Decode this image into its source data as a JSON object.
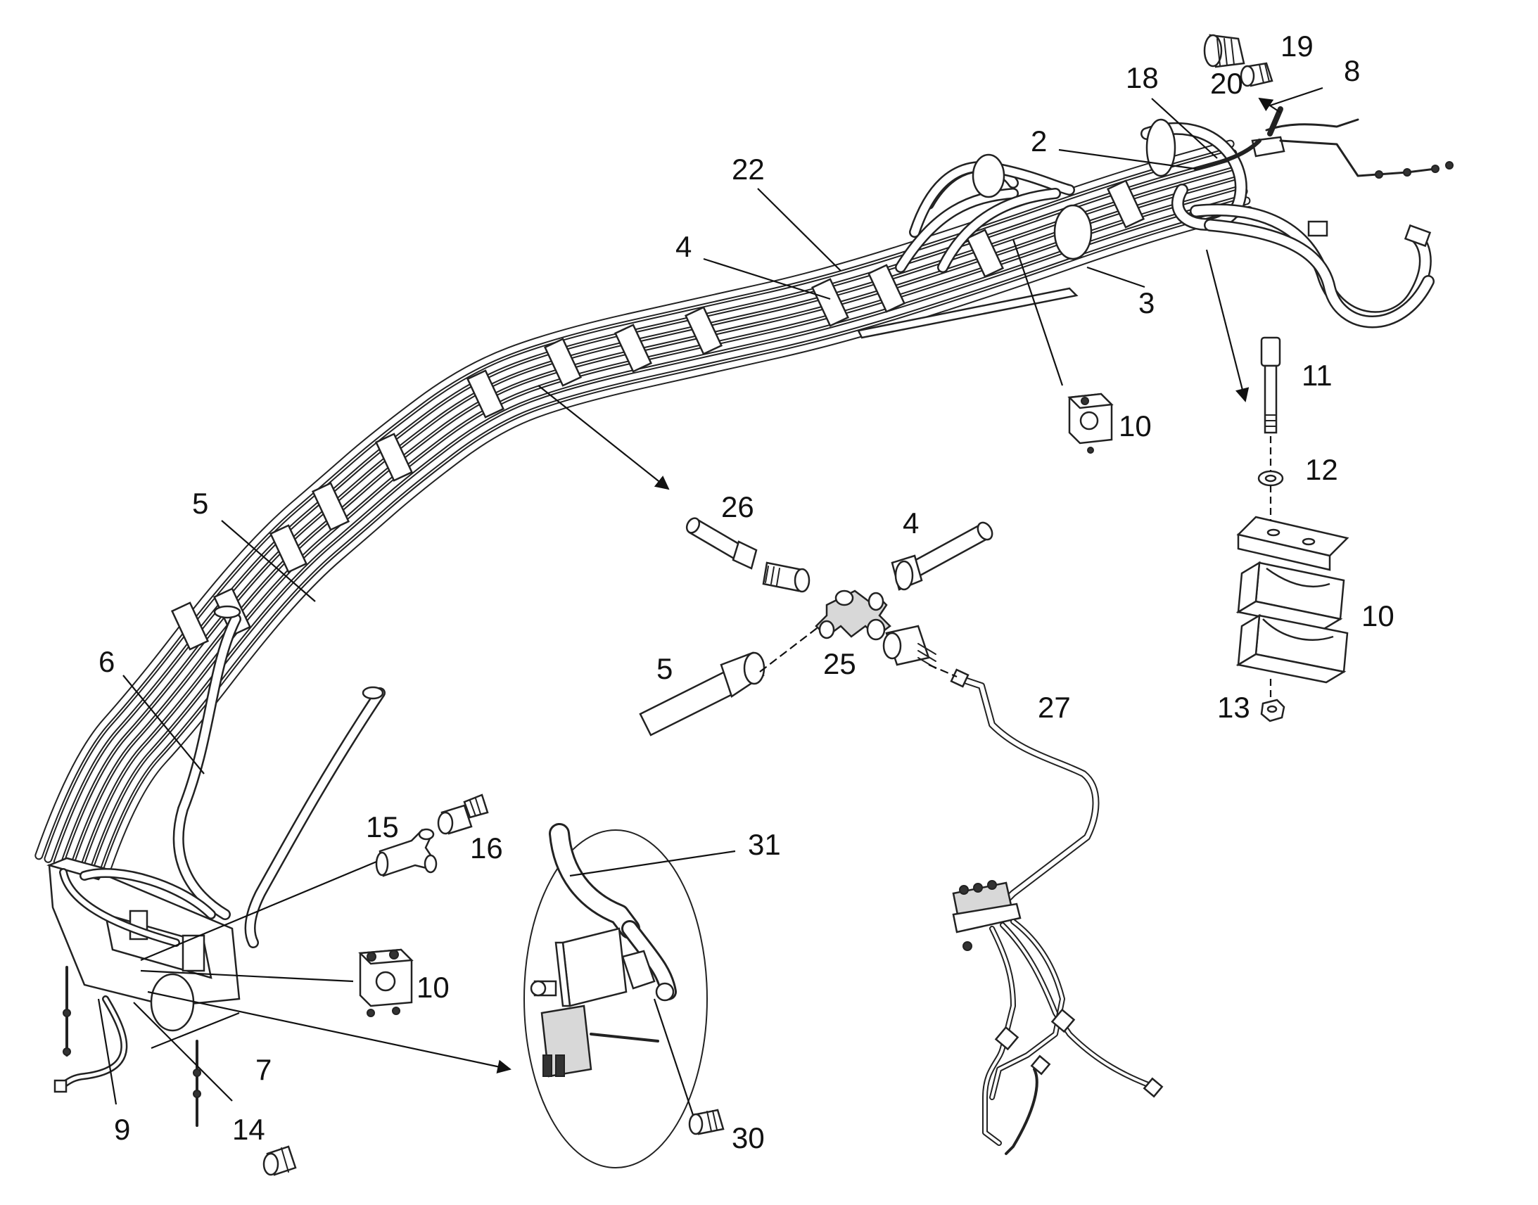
{
  "callouts": [
    {
      "id": "c2",
      "text": "2"
    },
    {
      "id": "c3",
      "text": "3"
    },
    {
      "id": "c4a",
      "text": "4"
    },
    {
      "id": "c4b",
      "text": "4"
    },
    {
      "id": "c5a",
      "text": "5"
    },
    {
      "id": "c5b",
      "text": "5"
    },
    {
      "id": "c6",
      "text": "6"
    },
    {
      "id": "c7",
      "text": "7"
    },
    {
      "id": "c8",
      "text": "8"
    },
    {
      "id": "c9",
      "text": "9"
    },
    {
      "id": "c10a",
      "text": "10"
    },
    {
      "id": "c10b",
      "text": "10"
    },
    {
      "id": "c10c",
      "text": "10"
    },
    {
      "id": "c11",
      "text": "11"
    },
    {
      "id": "c12",
      "text": "12"
    },
    {
      "id": "c13",
      "text": "13"
    },
    {
      "id": "c14",
      "text": "14"
    },
    {
      "id": "c15",
      "text": "15"
    },
    {
      "id": "c16",
      "text": "16"
    },
    {
      "id": "c18",
      "text": "18"
    },
    {
      "id": "c19",
      "text": "19"
    },
    {
      "id": "c20",
      "text": "20"
    },
    {
      "id": "c22",
      "text": "22"
    },
    {
      "id": "c25",
      "text": "25"
    },
    {
      "id": "c26",
      "text": "26"
    },
    {
      "id": "c27",
      "text": "27"
    },
    {
      "id": "c30",
      "text": "30"
    },
    {
      "id": "c31",
      "text": "31"
    }
  ],
  "colors": {
    "ink": "#111111",
    "background": "#ffffff",
    "shade": "#d8d8d8"
  }
}
